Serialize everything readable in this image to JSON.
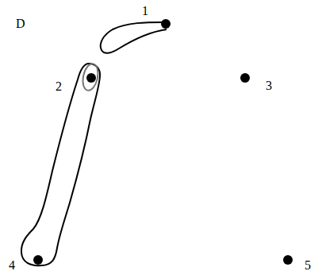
{
  "diagram": {
    "labels": [
      "D",
      "1",
      "2",
      "3",
      "4",
      "5"
    ]
  }
}
